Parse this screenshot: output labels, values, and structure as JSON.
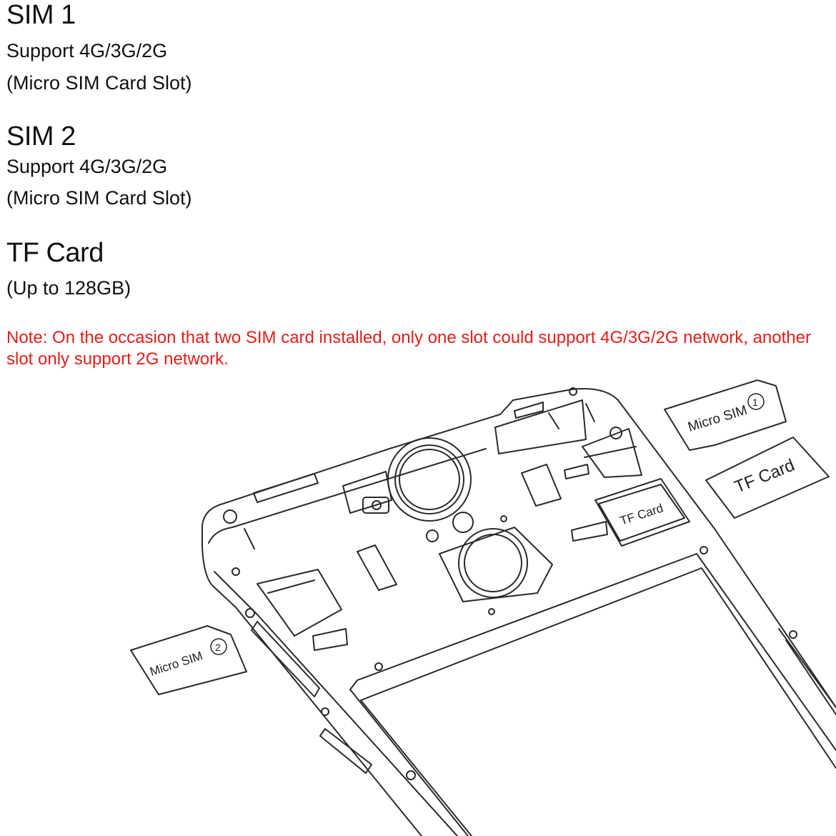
{
  "sim1": {
    "title": "SIM 1",
    "support": "Support 4G/3G/2G",
    "slot": "(Micro SIM Card Slot)"
  },
  "sim2": {
    "title": "SIM 2",
    "support": "Support 4G/3G/2G",
    "slot": "(Micro SIM Card Slot)"
  },
  "tf": {
    "title": "TF Card",
    "capacity": "(Up to 128GB)"
  },
  "note": {
    "text": "Note: On the occasion that two SIM card installed, only one slot could support 4G/3G/2G network, another slot only support 2G network.",
    "color": "#e0201b"
  },
  "diagram": {
    "card_sim1_label": "Micro SIM",
    "card_sim1_number": "1",
    "card_tf_label": "TF Card",
    "slot_tf_label": "TF Card",
    "card_sim2_label": "Micro SIM",
    "card_sim2_number": "2"
  }
}
